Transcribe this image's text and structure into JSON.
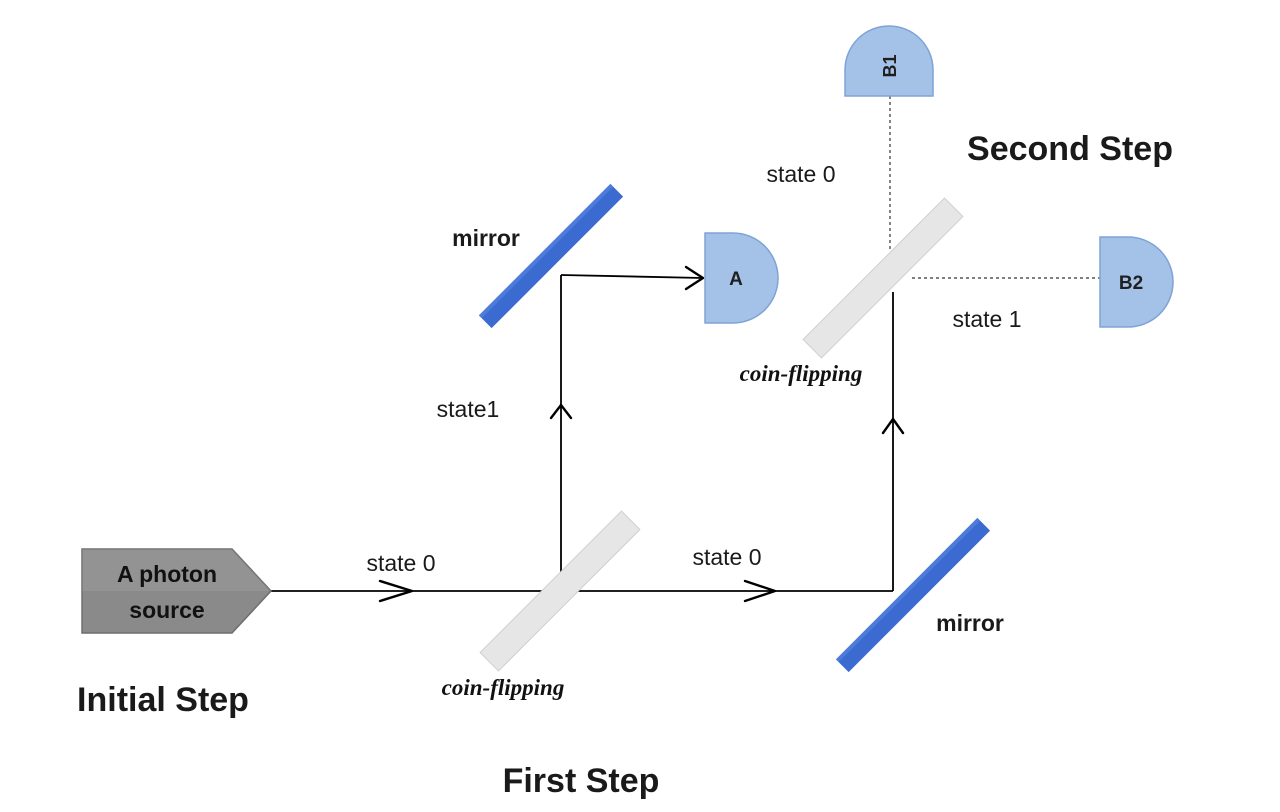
{
  "colors": {
    "mirror": "#3b6bd0",
    "coin_splitter": "#e6e6e6",
    "detector": "#a4c2e8",
    "source": "#8a8a8a",
    "beam": "#000000"
  },
  "source": {
    "line1": "A photon",
    "line2": "source"
  },
  "steps": {
    "initial": "Initial Step",
    "first": "First Step",
    "second": "Second Step"
  },
  "splitters": {
    "first": "coin-flipping",
    "second": "coin-flipping"
  },
  "mirrors": {
    "upper": "mirror",
    "lower": "mirror"
  },
  "detectors": {
    "a": "A",
    "b1": "B1",
    "b2": "B2"
  },
  "beams": {
    "source_to_splitter": "state 0",
    "splitter_to_lower_mirror": "state 0",
    "splitter_up": "state1",
    "second_up": "state 0",
    "second_right": "state 1"
  }
}
